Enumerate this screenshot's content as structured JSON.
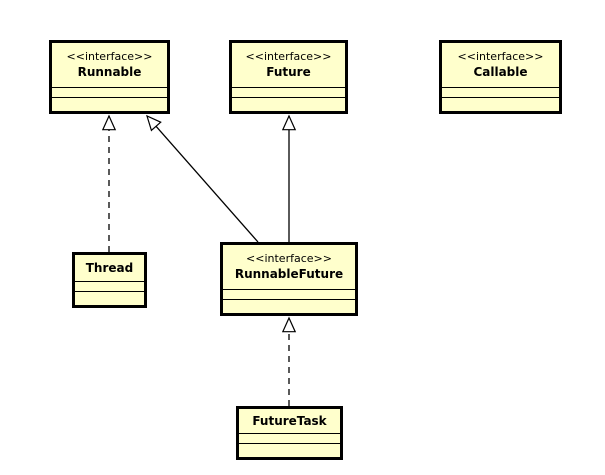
{
  "diagram": {
    "type": "uml-class-diagram",
    "colors": {
      "background": "#ffffff",
      "node_fill": "#ffffcc",
      "node_border": "#000000",
      "edge_color": "#000000",
      "arrowhead_fill": "#ffffff"
    },
    "classes": [
      {
        "id": "runnable",
        "stereotype": "<<interface>>",
        "name": "Runnable"
      },
      {
        "id": "future",
        "stereotype": "<<interface>>",
        "name": "Future"
      },
      {
        "id": "callable",
        "stereotype": "<<interface>>",
        "name": "Callable"
      },
      {
        "id": "thread",
        "name": "Thread"
      },
      {
        "id": "runnable_future",
        "stereotype": "<<interface>>",
        "name": "RunnableFuture"
      },
      {
        "id": "future_task",
        "name": "FutureTask"
      }
    ],
    "relationships": [
      {
        "from": "Thread",
        "to": "Runnable",
        "type": "realization",
        "line": "dashed",
        "arrowhead": "hollow-triangle"
      },
      {
        "from": "RunnableFuture",
        "to": "Runnable",
        "type": "generalization",
        "line": "solid",
        "arrowhead": "hollow-triangle"
      },
      {
        "from": "RunnableFuture",
        "to": "Future",
        "type": "generalization",
        "line": "solid",
        "arrowhead": "hollow-triangle"
      },
      {
        "from": "FutureTask",
        "to": "RunnableFuture",
        "type": "realization",
        "line": "dashed",
        "arrowhead": "hollow-triangle"
      }
    ]
  }
}
